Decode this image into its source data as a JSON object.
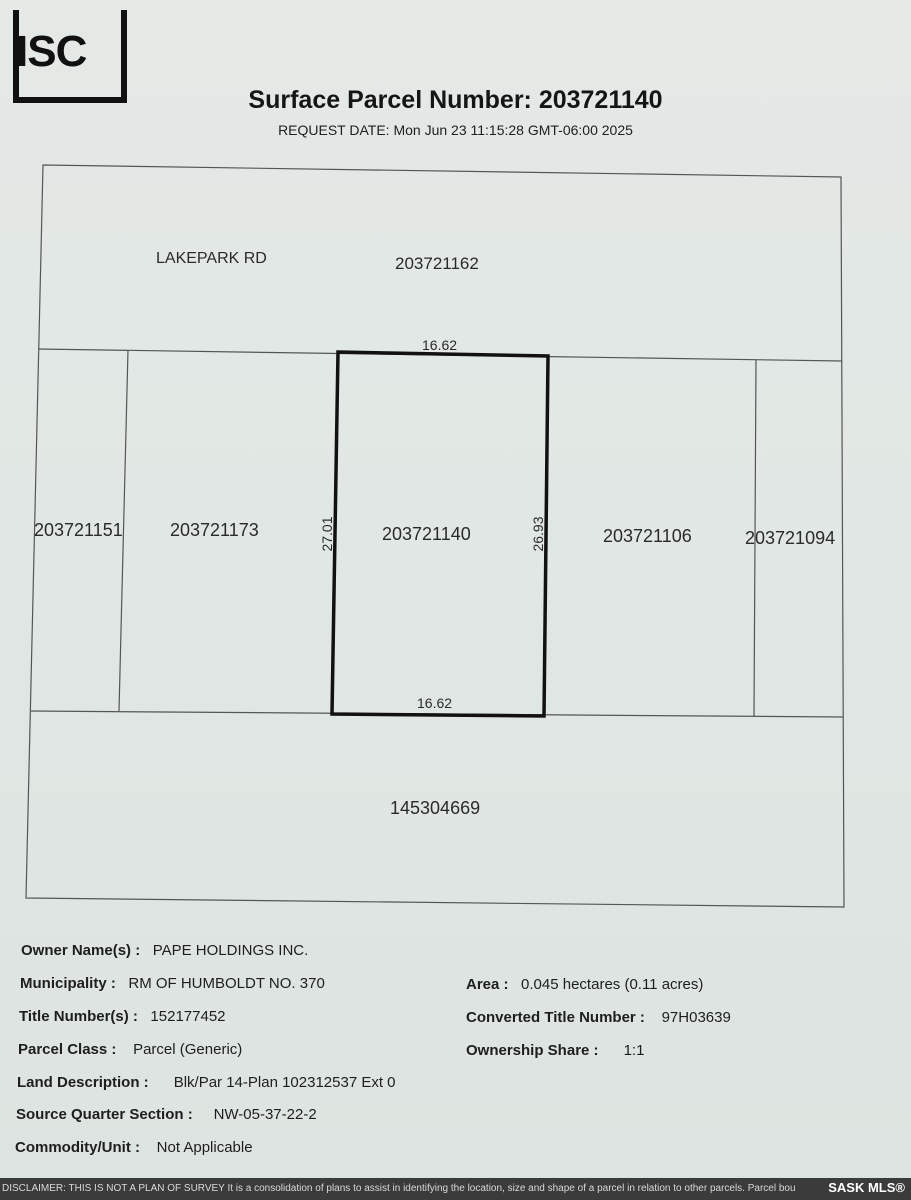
{
  "header": {
    "logo_text": "ISC",
    "title": "Surface Parcel Number: 203721140",
    "request_date": "REQUEST DATE: Mon Jun 23 11:15:28 GMT-06:00 2025"
  },
  "map": {
    "road_label": "LAKEPARK RD",
    "parcels": {
      "north": "203721162",
      "far_west": "203721151",
      "west": "203721173",
      "subject": "203721140",
      "east": "203721106",
      "far_east": "203721094",
      "south": "145304669"
    },
    "dimensions": {
      "top": "16.62",
      "bottom": "16.62",
      "left": "27.01",
      "right": "26.93"
    }
  },
  "info": {
    "owner_label": "Owner Name(s) :",
    "owner_value": "PAPE HOLDINGS INC.",
    "municipality_label": "Municipality :",
    "municipality_value": "RM OF HUMBOLDT NO. 370",
    "area_label": "Area :",
    "area_value": "0.045 hectares (0.11 acres)",
    "title_number_label": "Title Number(s) :",
    "title_number_value": "152177452",
    "converted_label": "Converted Title Number :",
    "converted_value": "97H03639",
    "parcel_class_label": "Parcel Class :",
    "parcel_class_value": "Parcel (Generic)",
    "ownership_label": "Ownership Share :",
    "ownership_value": "1:1",
    "land_desc_label": "Land Description :",
    "land_desc_value": "Blk/Par 14-Plan 102312537 Ext 0",
    "source_label": "Source Quarter Section :",
    "source_value": "NW-05-37-22-2",
    "commodity_label": "Commodity/Unit :",
    "commodity_value": "Not Applicable"
  },
  "footer": {
    "disclaimer": "DISCLAIMER: THIS IS NOT A PLAN OF SURVEY It is a consolidation of plans to assist in identifying the location, size and shape of a parcel in relation to other parcels. Parcel bou",
    "watermark": "SASK MLS®"
  }
}
